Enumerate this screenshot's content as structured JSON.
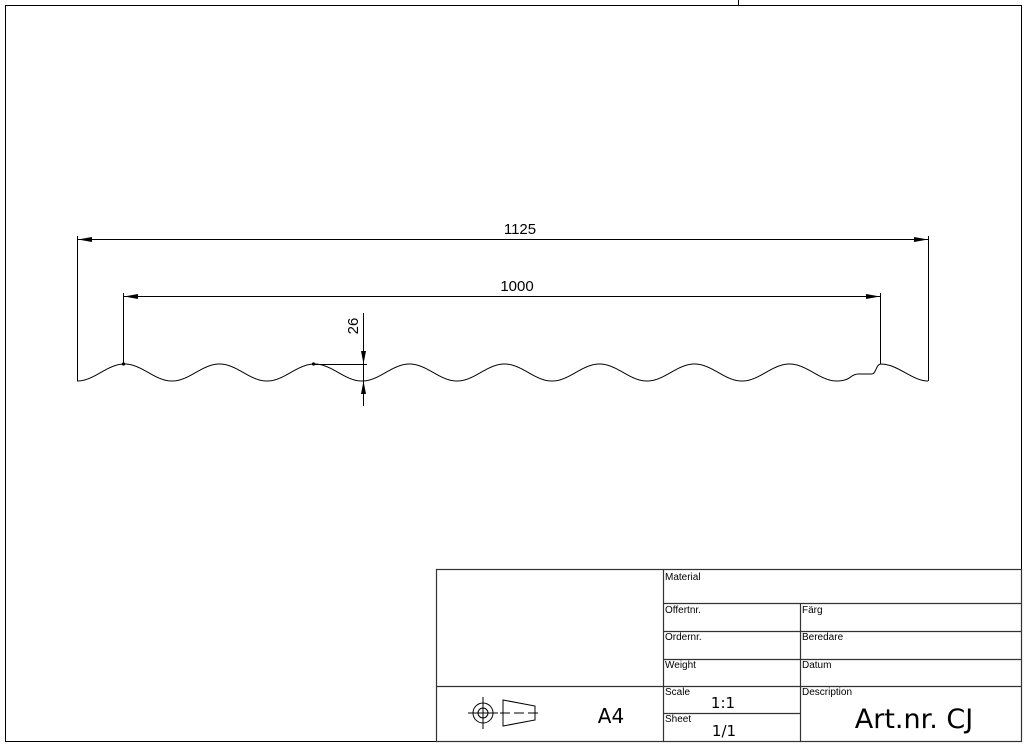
{
  "drawing": {
    "dimensions": {
      "overall_width": "1125",
      "pitch_width": "1000",
      "profile_height": "26"
    }
  },
  "title_block": {
    "material_label": "Material",
    "offert_label": "Offertnr.",
    "farg_label": "Färg",
    "order_label": "Ordernr.",
    "beredare_label": "Beredare",
    "weight_label": "Weight",
    "datum_label": "Datum",
    "scale_label": "Scale",
    "scale_value": "1:1",
    "sheet_label": "Sheet",
    "sheet_value": "1/1",
    "description_label": "Description",
    "description_value": "Art.nr. CJ",
    "paper_size": "A4",
    "projection_symbol": "first-angle-projection-icon"
  }
}
